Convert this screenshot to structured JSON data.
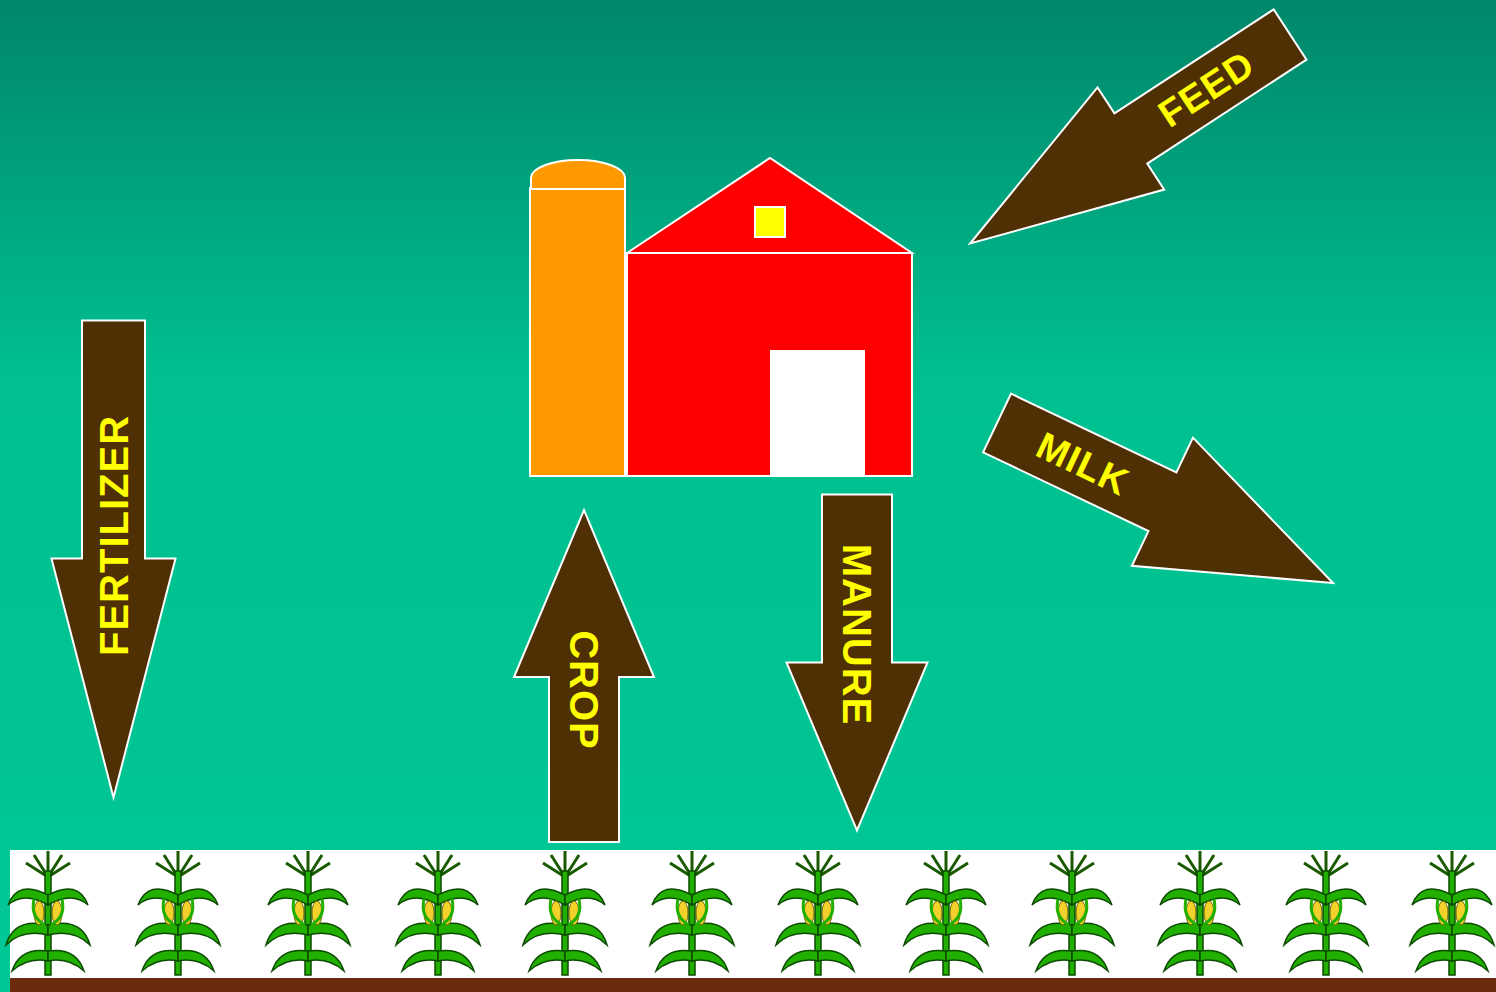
{
  "diagram": {
    "nodes": [
      {
        "text": [
          "FEED"
        ]
      },
      {
        "text": [
          "FERTILIZER"
        ]
      },
      {
        "text": [
          "MILK"
        ]
      },
      {
        "text": [
          "CROP"
        ]
      },
      {
        "text": [
          "MANURE"
        ]
      }
    ]
  }
}
